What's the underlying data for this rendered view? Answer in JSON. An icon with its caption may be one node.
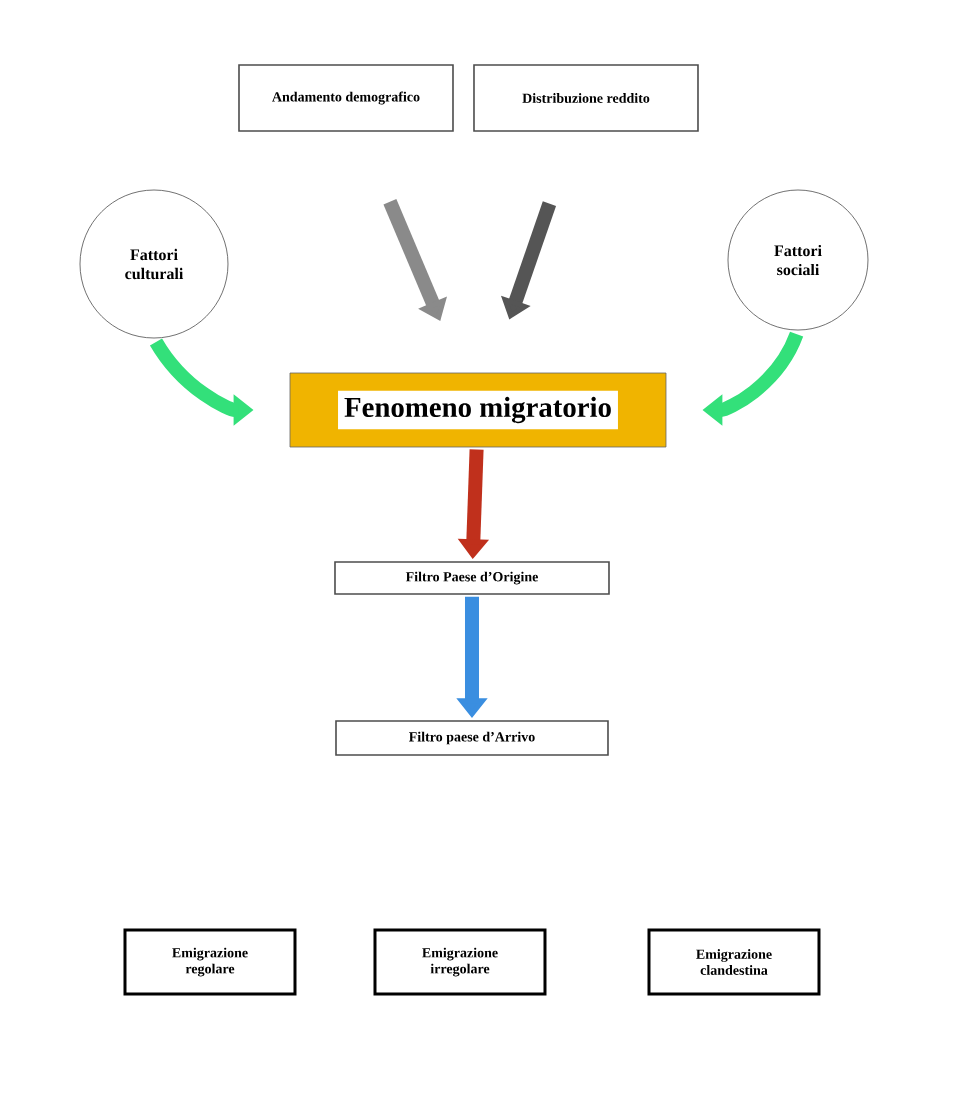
{
  "diagram": {
    "nodes": [
      {
        "text": [
          "Andamento demografico"
        ]
      },
      {
        "text": [
          "Distribuzione reddito"
        ]
      },
      {
        "text": [
          "Fattori culturali"
        ]
      },
      {
        "text": [
          "Fattori sociali"
        ]
      },
      {
        "text": [
          "Fenomeno migratorio"
        ]
      },
      {
        "text": [
          "Filtro Paese d’Origine"
        ]
      },
      {
        "text": [
          "Filtro paese d’Arrivo"
        ]
      },
      {
        "text": [
          "Emigrazione regolare"
        ]
      },
      {
        "text": [
          "Emigrazione irregolare"
        ]
      },
      {
        "text": [
          "Emigrazione clandestina"
        ]
      }
    ],
    "edges": [
      {
        "from": 0,
        "to": 4,
        "arrow": "to",
        "color": "#8a8a8a"
      },
      {
        "from": 1,
        "to": 4,
        "arrow": "to",
        "color": "#555555"
      },
      {
        "from": 2,
        "to": 4,
        "arrow": "to",
        "color": "#33e07a"
      },
      {
        "from": 3,
        "to": 4,
        "arrow": "to",
        "color": "#33e07a"
      },
      {
        "from": 4,
        "to": 5,
        "arrow": "to",
        "color": "#c0301c"
      },
      {
        "from": 5,
        "to": 6,
        "arrow": "to",
        "color": "#3a8ee0"
      }
    ]
  }
}
